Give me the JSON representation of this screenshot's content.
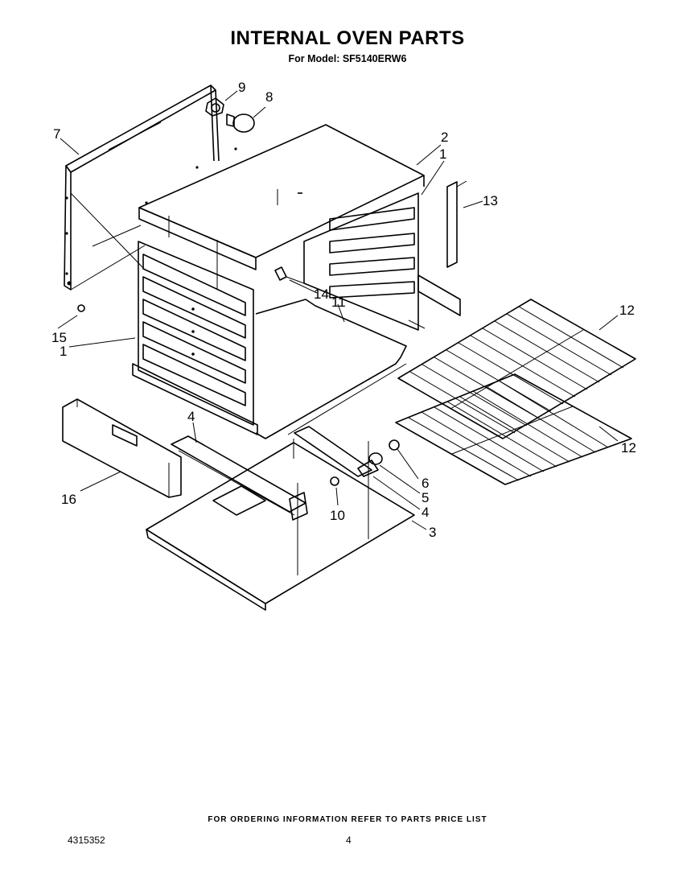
{
  "header": {
    "title": "INTERNAL OVEN PARTS",
    "subtitle": "For Model: SF5140ERW6"
  },
  "callouts": {
    "c1a": "1",
    "c1b": "1",
    "c2": "2",
    "c3": "3",
    "c4a": "4",
    "c4b": "4",
    "c5": "5",
    "c6": "6",
    "c7": "7",
    "c8": "8",
    "c9": "9",
    "c10": "10",
    "c11": "11",
    "c12a": "12",
    "c12b": "12",
    "c13": "13",
    "c14": "14",
    "c15": "15",
    "c16": "16"
  },
  "footer": {
    "note": "FOR ORDERING INFORMATION REFER TO PARTS PRICE LIST",
    "doc_number": "4315352",
    "page_number": "4"
  }
}
